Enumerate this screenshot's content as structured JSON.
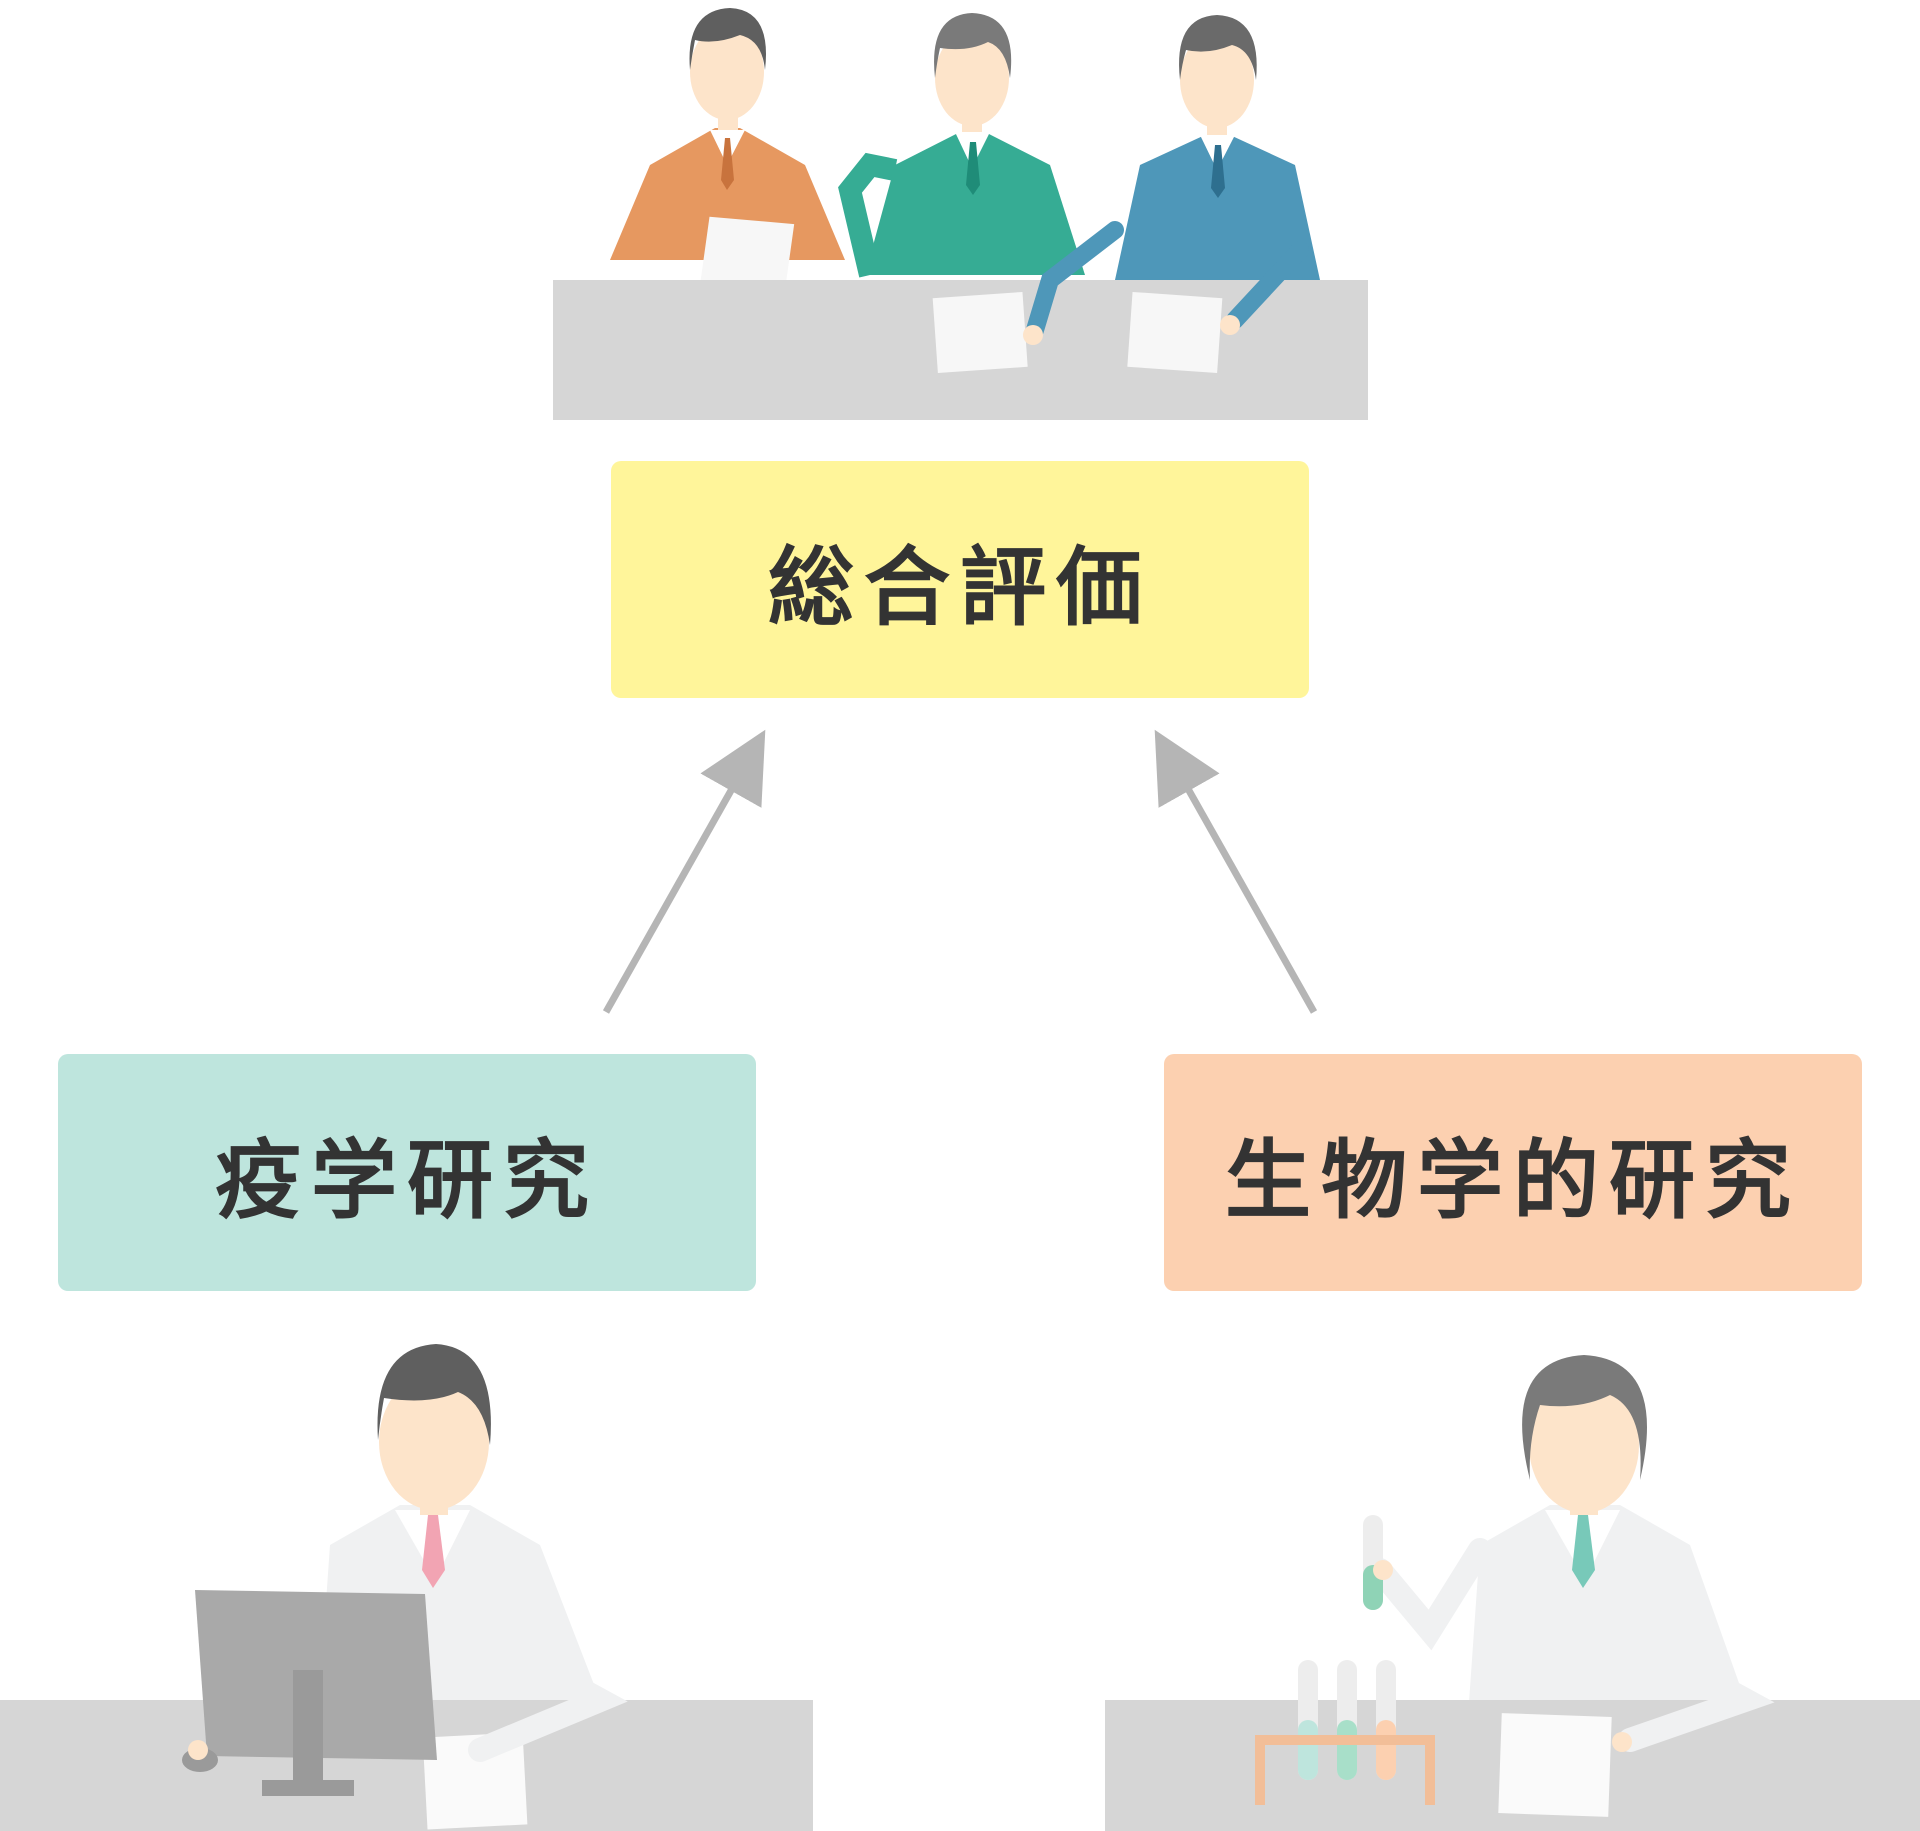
{
  "nodes": {
    "top": {
      "label": "総合評価",
      "color": "#FFF59A"
    },
    "left": {
      "label": "疫学研究",
      "color": "#BEE5DD"
    },
    "right": {
      "label": "生物学的研究",
      "color": "#FCD0B0"
    }
  },
  "edges": [
    {
      "from": "left",
      "to": "top"
    },
    {
      "from": "right",
      "to": "top"
    }
  ],
  "colors": {
    "arrow": "#B5B5B5",
    "desk": "#D6D6D6",
    "skin": "#FDE4CA",
    "hair": "#6A6A6A",
    "suit_orange": "#E69860",
    "suit_green": "#36AC94",
    "suit_blue": "#4E97B9",
    "labcoat": "#F0F1F2",
    "monitor": "#A9A9A9"
  }
}
